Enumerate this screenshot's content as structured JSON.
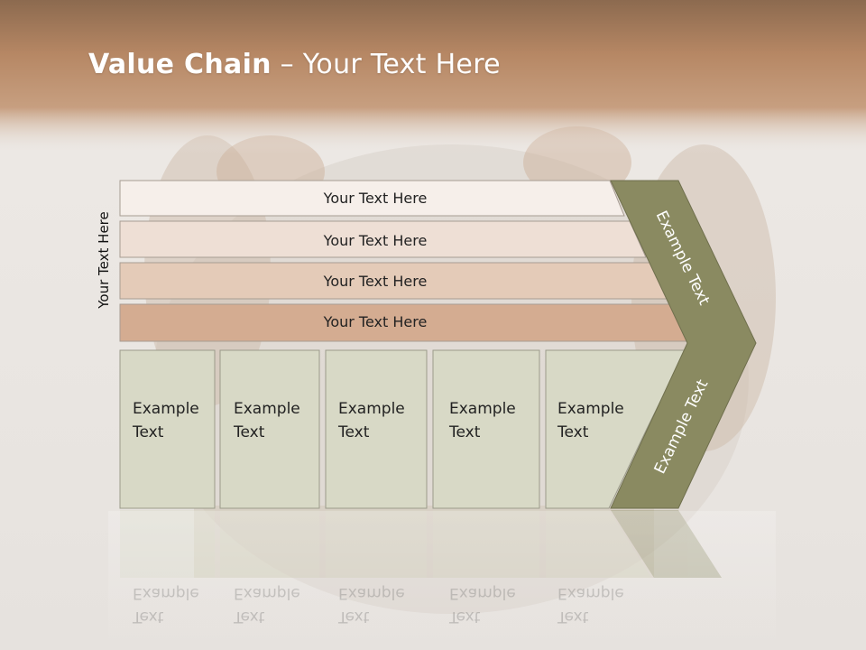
{
  "title": {
    "bold": "Value Chain",
    "rest": " – Your Text Here"
  },
  "side_label": "Your Text Here",
  "bars": [
    {
      "label": "Your Text Here",
      "color": "#f6efea"
    },
    {
      "label": "Your Text Here",
      "color": "#eedfd5"
    },
    {
      "label": "Your Text Here",
      "color": "#e4cbb8"
    },
    {
      "label": "Your Text Here",
      "color": "#d4ac91"
    }
  ],
  "boxes": [
    {
      "line1": "Example",
      "line2": "Text"
    },
    {
      "line1": "Example",
      "line2": "Text"
    },
    {
      "line1": "Example",
      "line2": "Text"
    },
    {
      "line1": "Example",
      "line2": "Text"
    },
    {
      "line1": "Example",
      "line2": "Text"
    }
  ],
  "chevron": {
    "upper": "Example Text",
    "lower": "Example Text"
  },
  "colors": {
    "header": "#b88a66",
    "box": "#d8d9c6",
    "chevron": "#8a8a61"
  }
}
